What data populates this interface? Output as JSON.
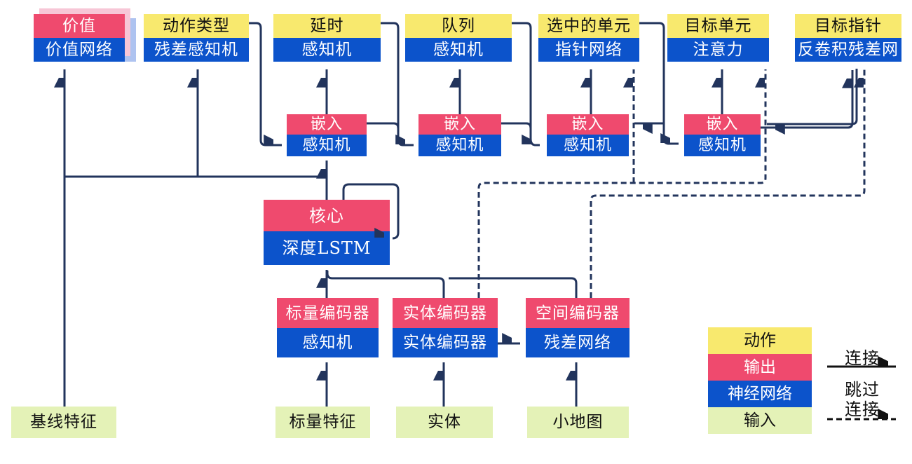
{
  "diagram": {
    "output_heads": [
      {
        "action": "价值",
        "network": "价值网络"
      },
      {
        "action": "动作类型",
        "network": "残差感知机"
      },
      {
        "action": "延时",
        "network": "感知机"
      },
      {
        "action": "队列",
        "network": "感知机"
      },
      {
        "action": "选中的单元",
        "network": "指针网络"
      },
      {
        "action": "目标单元",
        "network": "注意力"
      },
      {
        "action": "目标指针",
        "network": "反卷积残差网"
      }
    ],
    "embeds": [
      {
        "label": "嵌入",
        "network": "感知机"
      },
      {
        "label": "嵌入",
        "network": "感知机"
      },
      {
        "label": "嵌入",
        "network": "感知机"
      },
      {
        "label": "嵌入",
        "network": "感知机"
      }
    ],
    "core": {
      "label": "核心",
      "network": "深度LSTM"
    },
    "encoders": [
      {
        "label": "标量编码器",
        "network": "感知机"
      },
      {
        "label": "实体编码器",
        "network": "实体编码器"
      },
      {
        "label": "空间编码器",
        "network": "残差网络"
      }
    ],
    "inputs": [
      {
        "label": "基线特征"
      },
      {
        "label": "标量特征"
      },
      {
        "label": "实体"
      },
      {
        "label": "小地图"
      }
    ],
    "legend": {
      "items": [
        {
          "label": "动作",
          "color": "#F8E96E"
        },
        {
          "label": "输出",
          "color": "#EF4A6E"
        },
        {
          "label": "神经网络",
          "color": "#0C53CB"
        },
        {
          "label": "输入",
          "color": "#E4F2B7"
        }
      ],
      "solid_arrow_label": "连接",
      "dashed_arrow_label_line1": "跳过",
      "dashed_arrow_label_line2": "连接"
    },
    "colors": {
      "action_yellow": "#F8E96E",
      "output_red": "#EF4A6E",
      "network_blue": "#0C53CB",
      "input_green": "#E4F2B7",
      "wire_navy": "#22345C",
      "value_shadow_pink": "#F7C6D6",
      "value_shadow_blue": "#AEC3F0",
      "legend_arrow_black": "#111111"
    }
  }
}
